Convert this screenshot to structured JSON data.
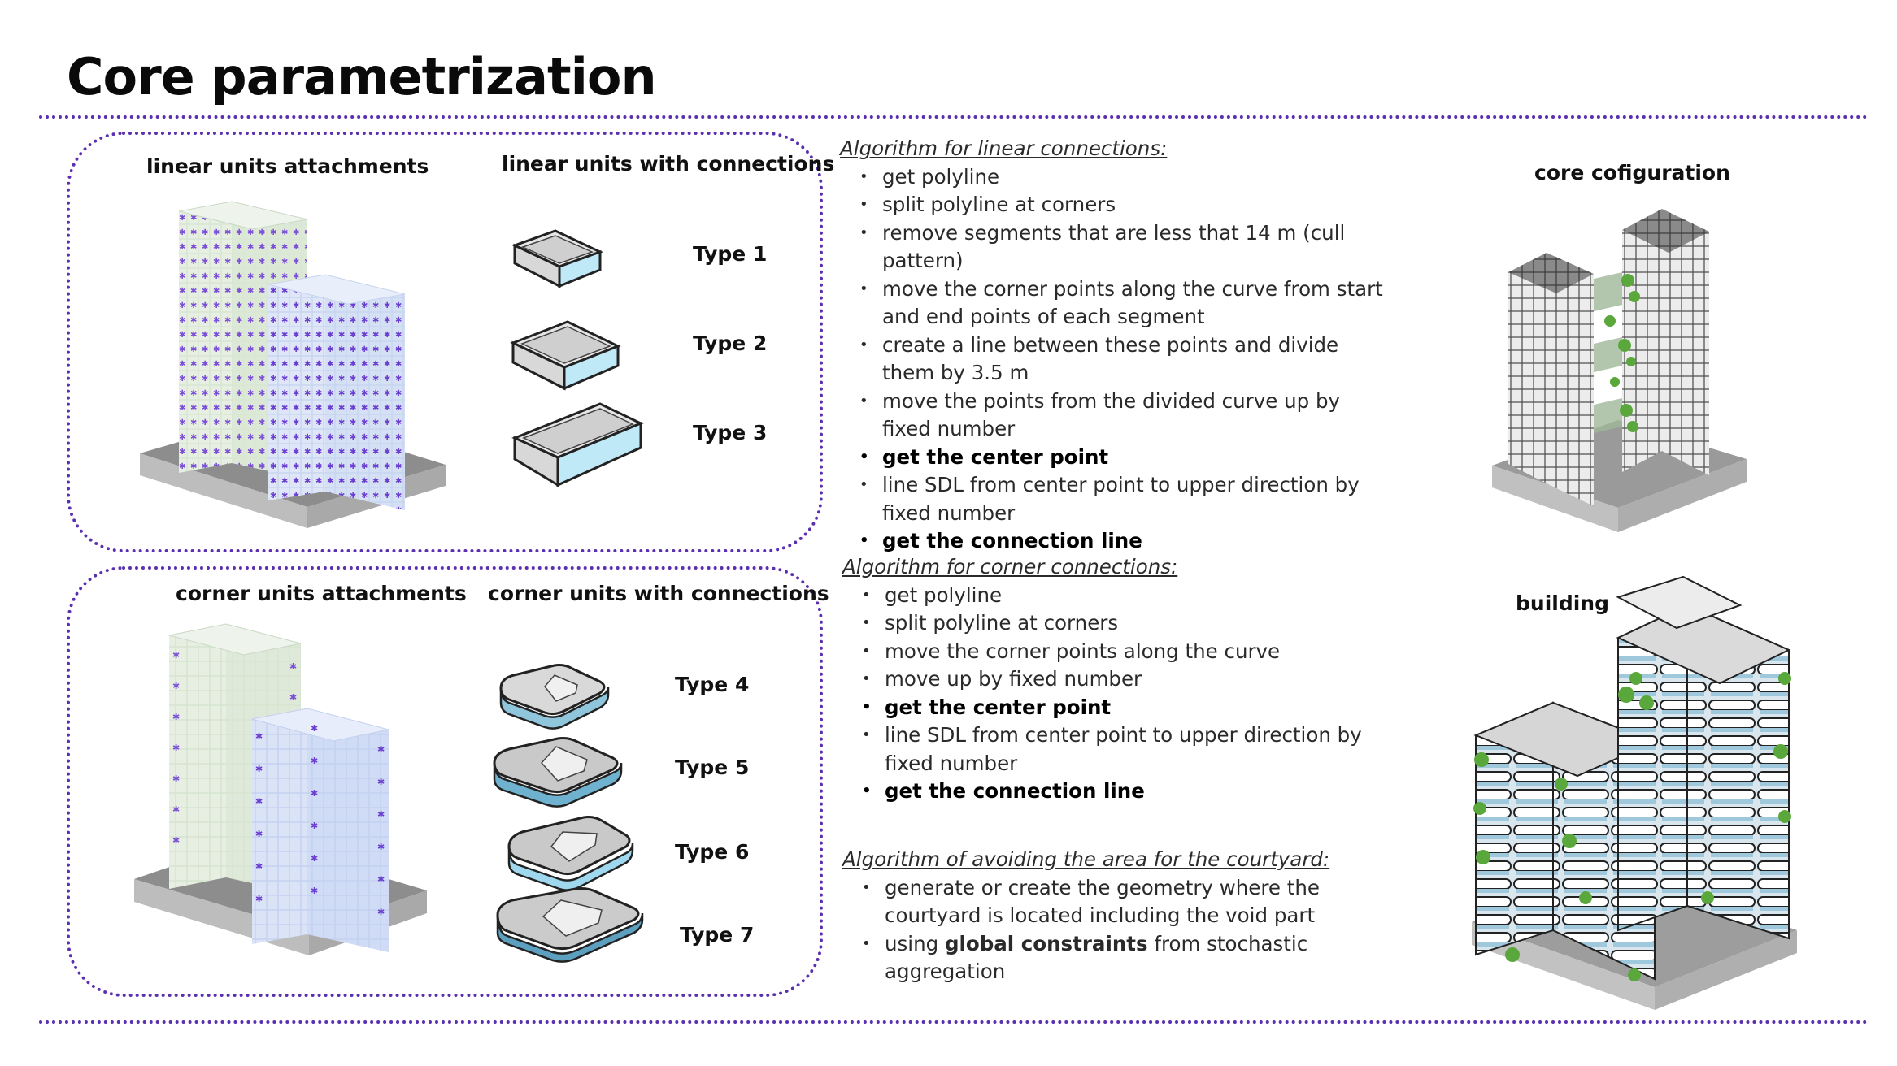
{
  "page": {
    "title": "Core parametrization"
  },
  "linear_panel": {
    "label_left": "linear units attachments",
    "label_right": "linear units with connections",
    "types": [
      "Type 1",
      "Type 2",
      "Type 3"
    ]
  },
  "corner_panel": {
    "label_left": "corner units attachments",
    "label_right": "corner units with connections",
    "types": [
      "Type 4",
      "Type 5",
      "Type 6",
      "Type 7"
    ]
  },
  "algo_linear": {
    "title": "Algorithm for linear connections:",
    "items": [
      {
        "text": "get polyline",
        "bold": false
      },
      {
        "text": "split polyline at corners",
        "bold": false
      },
      {
        "text": "remove segments that are less that 14 m (cull pattern)",
        "bold": false
      },
      {
        "text": "move the corner points along the curve from start and end points of each segment",
        "bold": false
      },
      {
        "text": "create a line between these points and divide them by 3.5 m",
        "bold": false
      },
      {
        "text": "move the points from the divided curve up by fixed number",
        "bold": false
      },
      {
        "text": "get the center point",
        "bold": true
      },
      {
        "text": "line SDL from center point to upper direction by fixed number",
        "bold": false
      },
      {
        "text": "get the connection line",
        "bold": true
      }
    ]
  },
  "algo_corner": {
    "title": "Algorithm for corner connections:",
    "items": [
      {
        "text": "get polyline",
        "bold": false
      },
      {
        "text": "split polyline at corners",
        "bold": false
      },
      {
        "text": "move the corner points along the curve",
        "bold": false
      },
      {
        "text": "move up by fixed number",
        "bold": false
      },
      {
        "text": "get the center point",
        "bold": true
      },
      {
        "text": "line SDL from center point to upper direction by fixed number",
        "bold": false
      },
      {
        "text": "get the connection line",
        "bold": true
      }
    ]
  },
  "algo_courtyard": {
    "title": "Algorithm of avoiding the area for the courtyard:",
    "item1": "generate or create the geometry where the courtyard is located including the void part",
    "item2_pre": "using ",
    "item2_bold": "global constraints",
    "item2_post": " from stochastic aggregation"
  },
  "right_column": {
    "core_label": "core cofiguration",
    "building_label": "building"
  },
  "colors": {
    "accent": "#5a2fb0",
    "unit_cyan": "#bfe9f7",
    "module_purple": "#7b4fd6",
    "greenery": "#5aa83c"
  }
}
